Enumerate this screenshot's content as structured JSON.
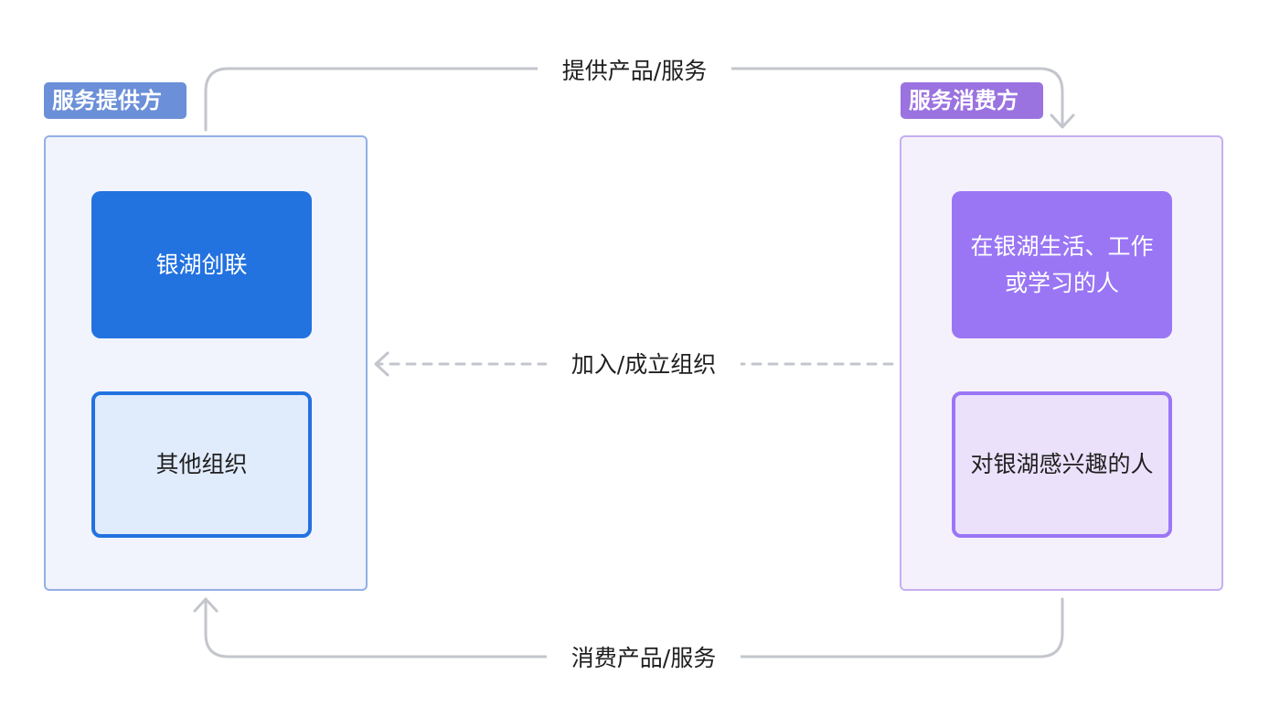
{
  "groups": {
    "provider": {
      "label": "服务提供方",
      "items": [
        "银湖创联",
        "其他组织"
      ]
    },
    "consumer": {
      "label": "服务消费方",
      "items": [
        "在银湖生活、工作或学习的人",
        "对银湖感兴趣的人"
      ]
    }
  },
  "edges": {
    "provide": "提供产品/服务",
    "join": "加入/成立组织",
    "consume": "消费产品/服务"
  },
  "colors": {
    "provider_accent": "#2272e0",
    "consumer_accent": "#9a76f5",
    "connector": "#c3c6cc"
  }
}
